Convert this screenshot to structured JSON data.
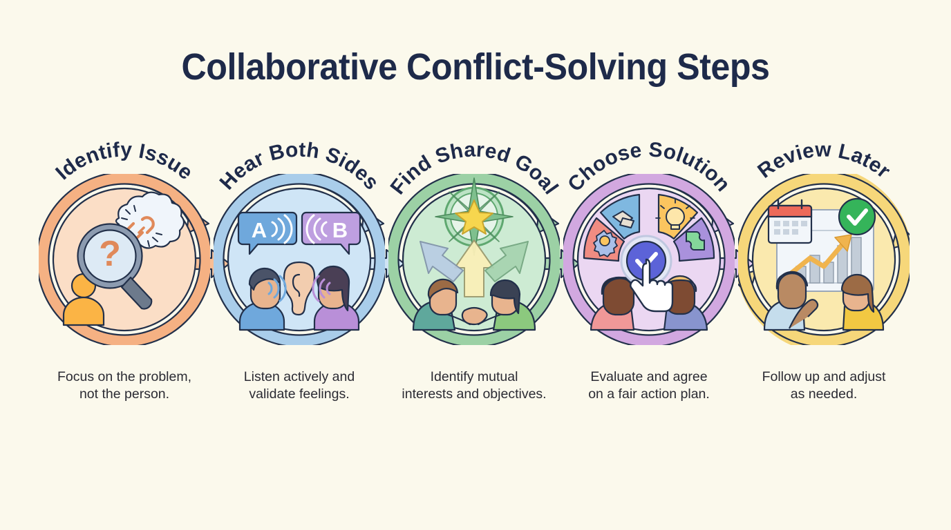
{
  "page": {
    "title": "Collaborative Conflict-Solving Steps",
    "background_color": "#FBF9EC",
    "title_color": "#1E2A4A",
    "caption_color": "#2B2B33"
  },
  "steps": [
    {
      "index": "1",
      "label": "Identify Issue",
      "caption_line1": "Focus on the problem,",
      "caption_line2": "not the person.",
      "ring_color": "#F5B183",
      "fill_color": "#FBDEC6",
      "accent_color": "#E8945A",
      "icon": "magnifier-question-broken-chain-icon"
    },
    {
      "index": "2",
      "label": "Hear Both Sides",
      "caption_line1": "Listen actively and",
      "caption_line2": "validate feelings.",
      "ring_color": "#A9CDEA",
      "fill_color": "#CFE5F6",
      "accent_color": "#6FA8DC",
      "icon": "two-speakers-ear-icon"
    },
    {
      "index": "3",
      "label": "Find Shared Goal",
      "caption_line1": "Identify mutual",
      "caption_line2": "interests and objectives.",
      "ring_color": "#9CD1A5",
      "fill_color": "#CDEBD3",
      "accent_color": "#6BBF7B",
      "icon": "compass-star-handshake-icon"
    },
    {
      "index": "4",
      "label": "Choose Solution",
      "caption_line1": "Evaluate and agree",
      "caption_line2": "on a fair action plan.",
      "ring_color": "#D2A8E0",
      "fill_color": "#EBD7F2",
      "accent_color": "#B97FD0",
      "icon": "options-wheel-check-cursor-icon"
    },
    {
      "index": "5",
      "label": "Review Later",
      "caption_line1": "Follow up and adjust",
      "caption_line2": "as needed.",
      "ring_color": "#F6D77A",
      "fill_color": "#FAE9AE",
      "accent_color": "#EFC44F",
      "icon": "calendar-chart-check-review-icon"
    }
  ],
  "connectors": [
    {
      "from": "Identify Issue",
      "to": "Hear Both Sides",
      "color": "#F5B183"
    },
    {
      "from": "Hear Both Sides",
      "to": "Find Shared Goal",
      "color": "#C4DCF0"
    },
    {
      "from": "Find Shared Goal",
      "to": "Choose Solution",
      "color": "#9CD1A5"
    },
    {
      "from": "Choose Solution",
      "to": "Review Later",
      "color": "#E0C3EC"
    }
  ],
  "icon_details": {
    "step1": {
      "speech_none": "",
      "question_mark": "?"
    },
    "step2": {
      "bubble_a": "A",
      "bubble_b": "B"
    }
  }
}
